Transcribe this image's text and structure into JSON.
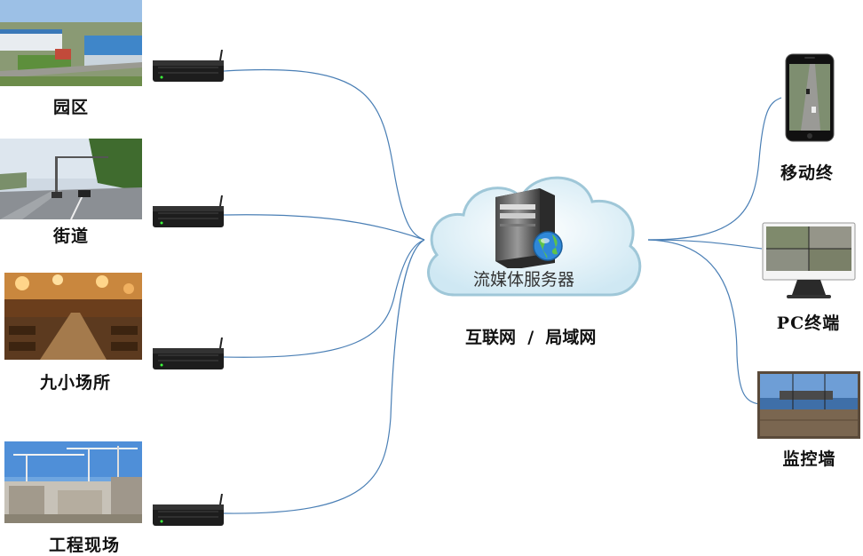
{
  "sources": [
    {
      "label": "园区"
    },
    {
      "label": "街道"
    },
    {
      "label": "九小场所"
    },
    {
      "label": "工程现场"
    }
  ],
  "center": {
    "server_label": "流媒体服务器",
    "network_label": "互联网  /  局域网"
  },
  "terminals": [
    {
      "label": "移动终"
    },
    {
      "label": "PC终端"
    },
    {
      "label": "监控墙"
    }
  ],
  "colors": {
    "line": "#4a7fb5",
    "cloud_fill": "#dff0f7",
    "cloud_stroke": "#9fc7d8"
  }
}
